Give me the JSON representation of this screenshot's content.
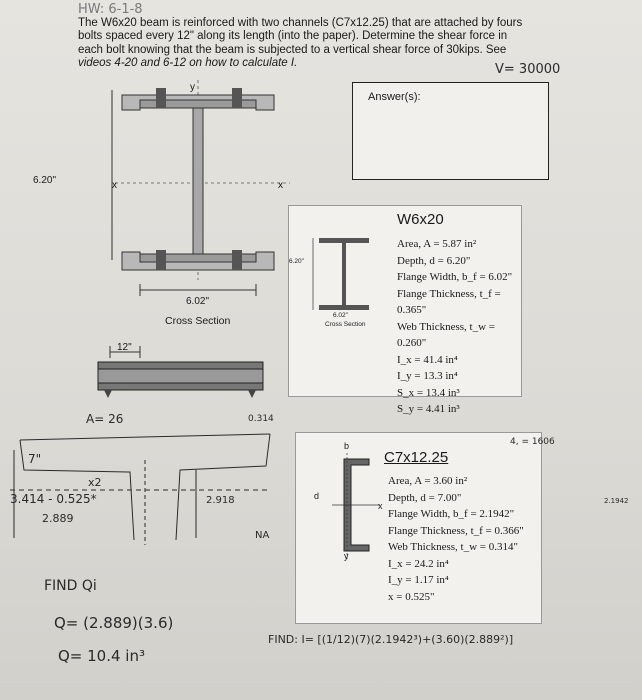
{
  "header": {
    "hw_label": "HW: 6-1-8",
    "problem_lines": [
      "The W6x20 beam is reinforced with two channels (C7x12.25) that are attached by fours",
      "bolts spaced every 12\" along its length (into the paper).  Determine the shear force in",
      "each bolt knowing that the beam is subjected to a vertical shear force of 30kips.  See",
      "videos 4-20 and 6-12 on how to calculate I."
    ],
    "handwritten_note": "V= 30000"
  },
  "answer_box": {
    "label": "Answer(s):"
  },
  "cross_section": {
    "height_label": "6.20\"",
    "width_label": "6.02\"",
    "caption": "Cross Section",
    "y_label": "y",
    "x_label": "x"
  },
  "beam_side": {
    "spacing_label": "12\""
  },
  "w_card": {
    "title": "W6x20",
    "mini_height": "6.20\"",
    "mini_width": "6.02\"",
    "mini_caption": "Cross Section",
    "props": [
      "Area, A = 5.87 in²",
      "Depth, d = 6.20\"",
      "Flange Width, b_f = 6.02\"",
      "Flange Thickness, t_f = 0.365\"",
      "Web Thickness, t_w = 0.260\"",
      "I_x = 41.4 in⁴",
      "I_y = 13.3 in⁴",
      "S_x = 13.4 in³",
      "S_y = 4.41 in³"
    ]
  },
  "c_card": {
    "title": "C7x12.25",
    "props": [
      "Area, A = 3.60 in²",
      "Depth, d = 7.00\"",
      "Flange Width, b_f = 2.1942\"",
      "Flange Thickness, t_f = 0.366\"",
      "Web Thickness, t_w = 0.314\"",
      "I_x = 24.2 in⁴",
      "I_y = 1.17 in⁴",
      "x = 0.525\""
    ],
    "labels": {
      "b": "b",
      "d": "d",
      "x": "x",
      "y": "y"
    }
  },
  "handwriting": {
    "area": "A= 26",
    "dist_top": "0.314",
    "seven": "7\"",
    "x2": "x2",
    "expr": "3.414 - 0.525*",
    "result": "2.889",
    "dist_right": "2.918",
    "na": "NA",
    "find_q": "FIND Qi",
    "q_eq": "Q= (2.889)(3.6)",
    "q_result": "Q= 10.4 in³",
    "find_i": "FIND: I= [(1/12)(7)(2.1942³)+(3.60)(2.889²)]",
    "top_right_note": "4, = 1606",
    "side_note": "2.1942"
  }
}
